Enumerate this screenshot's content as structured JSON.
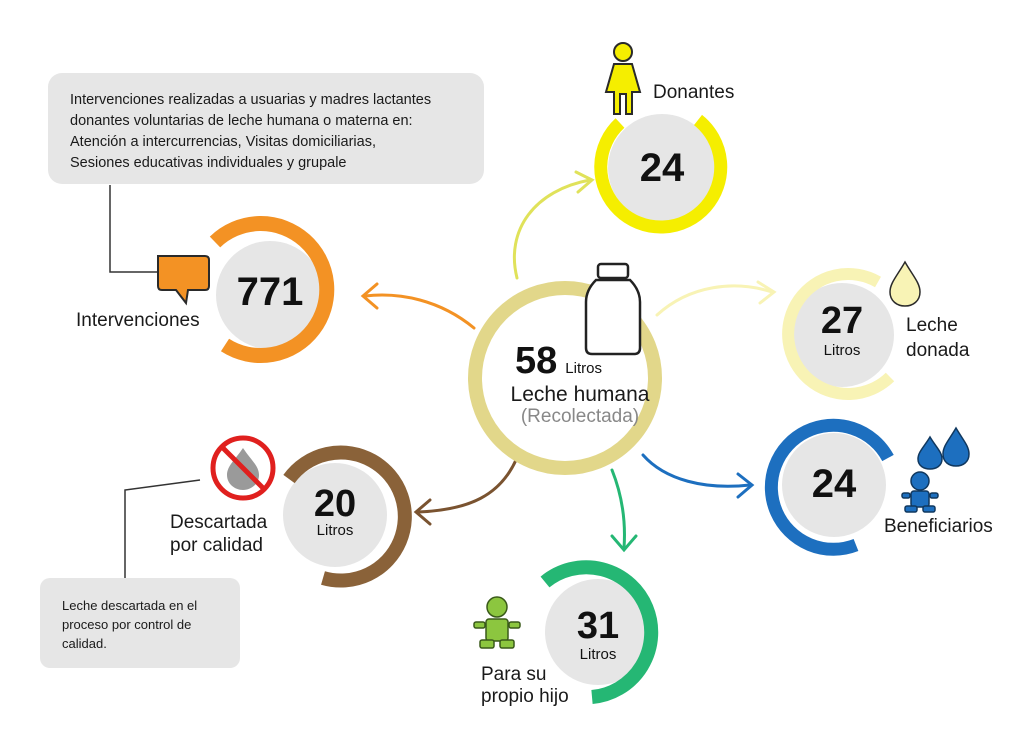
{
  "center": {
    "value": "58",
    "unit": "Litros",
    "label": "Leche humana",
    "sublabel": "(Recolectada)",
    "color": "#e2d78a"
  },
  "nodes": {
    "donantes": {
      "value": "24",
      "label": "Donantes",
      "color": "#f5ee00",
      "icon": "woman-icon"
    },
    "donada": {
      "value": "27",
      "unit": "Litros",
      "label_line1": "Leche",
      "label_line2": "donada",
      "color": "#f8f3b5",
      "icon": "milk-drop-icon"
    },
    "beneficiarios": {
      "value": "24",
      "label": "Beneficiarios",
      "color": "#1d6fbf",
      "icon": "baby-drops-icon"
    },
    "propio_hijo": {
      "value": "31",
      "unit": "Litros",
      "label_line1": "Para su",
      "label_line2": "propio hijo",
      "color": "#25b774",
      "icon": "baby-icon"
    },
    "descartada": {
      "value": "20",
      "unit": "Litros",
      "label_line1": "Descartada",
      "label_line2": "por calidad",
      "color": "#8a6239",
      "icon": "no-drop-icon"
    },
    "intervenciones": {
      "value": "771",
      "label": "Intervenciones",
      "color": "#f39224",
      "icon": "speech-bubble-icon"
    }
  },
  "notes": {
    "intervenciones": {
      "line1": "Intervenciones realizadas a usuarias y madres lactantes",
      "line2": "donantes voluntarias de leche humana o materna en:",
      "line3": "Atención a intercurrencias, Visitas domiciliarias,",
      "line4": "Sesiones educativas individuales y grupale"
    },
    "descartada": {
      "line1": "Leche descartada en el",
      "line2": "proceso por control de",
      "line3": "calidad."
    }
  }
}
